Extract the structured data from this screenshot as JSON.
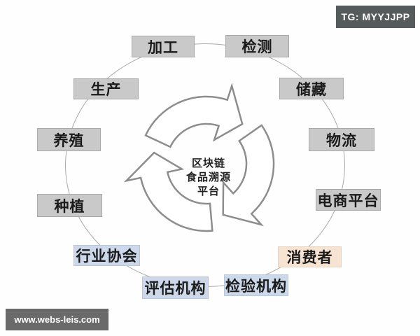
{
  "badge": {
    "text": "TG: MYYJJPP",
    "bg": "#555a5a"
  },
  "watermark": {
    "text": "www.webs-leis.com",
    "bg": "#6a6a6a"
  },
  "diagram": {
    "center": {
      "lines": [
        "区块链",
        "食品溯源",
        "平台"
      ]
    },
    "colors": {
      "gray": "#c9c9c9",
      "blue": "#cdd9ea",
      "peach": "#f6e3d1",
      "connector_line": "#a9a9a9",
      "arrow_stroke": "#8d8d8d",
      "arrow_fill": "#ffffff"
    },
    "nodes": [
      {
        "id": "jiagong",
        "label": "加工",
        "color": "gray"
      },
      {
        "id": "jiance",
        "label": "检测",
        "color": "gray"
      },
      {
        "id": "shengchan",
        "label": "生产",
        "color": "gray"
      },
      {
        "id": "chucang",
        "label": "储藏",
        "color": "gray"
      },
      {
        "id": "yangzhi",
        "label": "养殖",
        "color": "gray"
      },
      {
        "id": "wuliu",
        "label": "物流",
        "color": "gray"
      },
      {
        "id": "zhongzhi",
        "label": "种植",
        "color": "gray"
      },
      {
        "id": "dianshang",
        "label": "电商平台",
        "color": "gray"
      },
      {
        "id": "hangyexiehui",
        "label": "行业协会",
        "color": "blue"
      },
      {
        "id": "xiaofeizhe",
        "label": "消费者",
        "color": "peach"
      },
      {
        "id": "pinggujigou",
        "label": "评估机构",
        "color": "blue"
      },
      {
        "id": "jianyanjigou",
        "label": "检验机构",
        "color": "blue"
      }
    ]
  }
}
